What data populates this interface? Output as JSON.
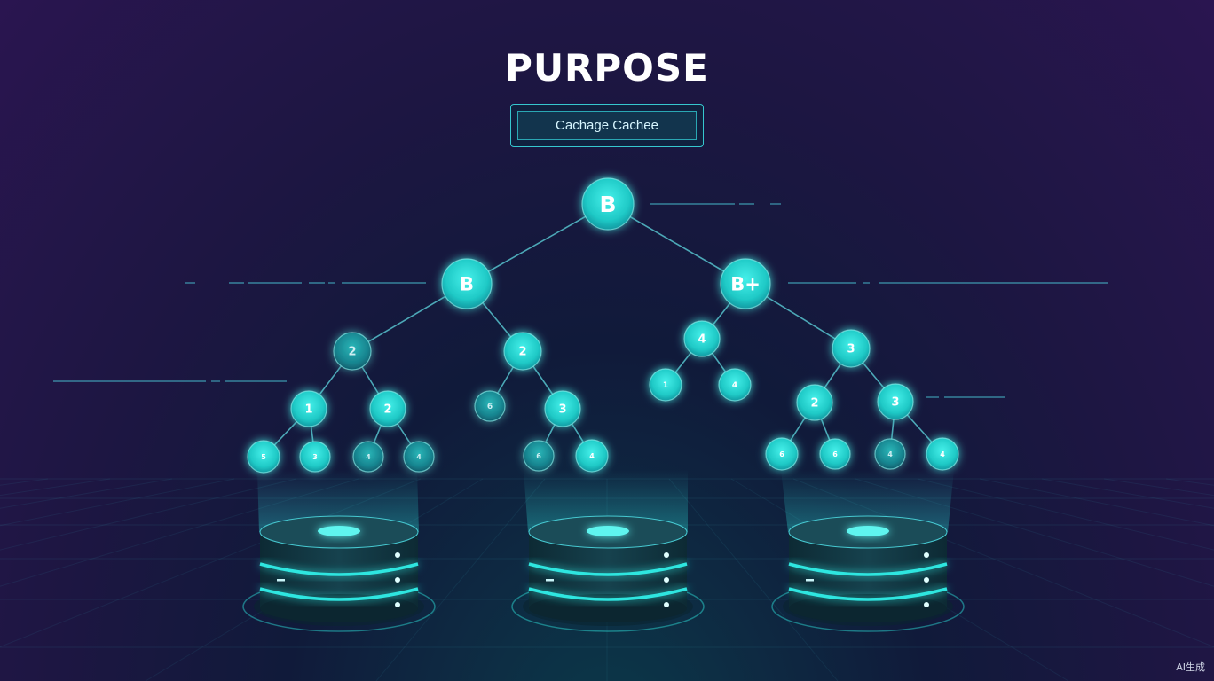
{
  "title": "PURPOSE",
  "badge": {
    "label": "Cachage Cachee"
  },
  "nodes": [
    {
      "id": "root",
      "label": "B"
    },
    {
      "id": "l1",
      "label": "B"
    },
    {
      "id": "r1",
      "label": "B+"
    },
    {
      "id": "l2a",
      "label": "2"
    },
    {
      "id": "l2b",
      "label": "2"
    },
    {
      "id": "r2a",
      "label": "4"
    },
    {
      "id": "r2b",
      "label": "3"
    },
    {
      "id": "l3a",
      "label": "1"
    },
    {
      "id": "l3b",
      "label": "2"
    },
    {
      "id": "l3c",
      "label": "6"
    },
    {
      "id": "l3d",
      "label": "3"
    },
    {
      "id": "r3a",
      "label": "1"
    },
    {
      "id": "r3b",
      "label": "4"
    },
    {
      "id": "r3c",
      "label": "2"
    },
    {
      "id": "r3d",
      "label": "3"
    },
    {
      "id": "lf1",
      "label": "5"
    },
    {
      "id": "lf2",
      "label": "3"
    },
    {
      "id": "lf3",
      "label": "4"
    },
    {
      "id": "lf4",
      "label": "4"
    },
    {
      "id": "lf5",
      "label": "6"
    },
    {
      "id": "lf6",
      "label": "4"
    },
    {
      "id": "rf1",
      "label": "6"
    },
    {
      "id": "rf2",
      "label": "6"
    },
    {
      "id": "rf3",
      "label": "4"
    },
    {
      "id": "rf4",
      "label": "4"
    }
  ],
  "edges": [
    [
      "root",
      "l1"
    ],
    [
      "root",
      "r1"
    ],
    [
      "l1",
      "l2a"
    ],
    [
      "l1",
      "l2b"
    ],
    [
      "r1",
      "r2a"
    ],
    [
      "r1",
      "r2b"
    ],
    [
      "l2a",
      "l3a"
    ],
    [
      "l2a",
      "l3b"
    ],
    [
      "l2b",
      "l3c"
    ],
    [
      "l2b",
      "l3d"
    ],
    [
      "r2a",
      "r3a"
    ],
    [
      "r2a",
      "r3b"
    ],
    [
      "r2b",
      "r3c"
    ],
    [
      "r2b",
      "r3d"
    ],
    [
      "l3a",
      "lf1"
    ],
    [
      "l3a",
      "lf2"
    ],
    [
      "l3b",
      "lf3"
    ],
    [
      "l3b",
      "lf4"
    ],
    [
      "l3d",
      "lf5"
    ],
    [
      "l3d",
      "lf6"
    ],
    [
      "r3c",
      "rf1"
    ],
    [
      "r3c",
      "rf2"
    ],
    [
      "r3d",
      "rf3"
    ],
    [
      "r3d",
      "rf4"
    ]
  ],
  "databases": [
    {
      "id": "db-left"
    },
    {
      "id": "db-center"
    },
    {
      "id": "db-right"
    }
  ],
  "colors": {
    "accent": "#2fe6e0",
    "node_bright": "#29d9d3",
    "node_dim": "#1a8f99",
    "edge": "#5fd8e0"
  },
  "watermark": "AI生成"
}
